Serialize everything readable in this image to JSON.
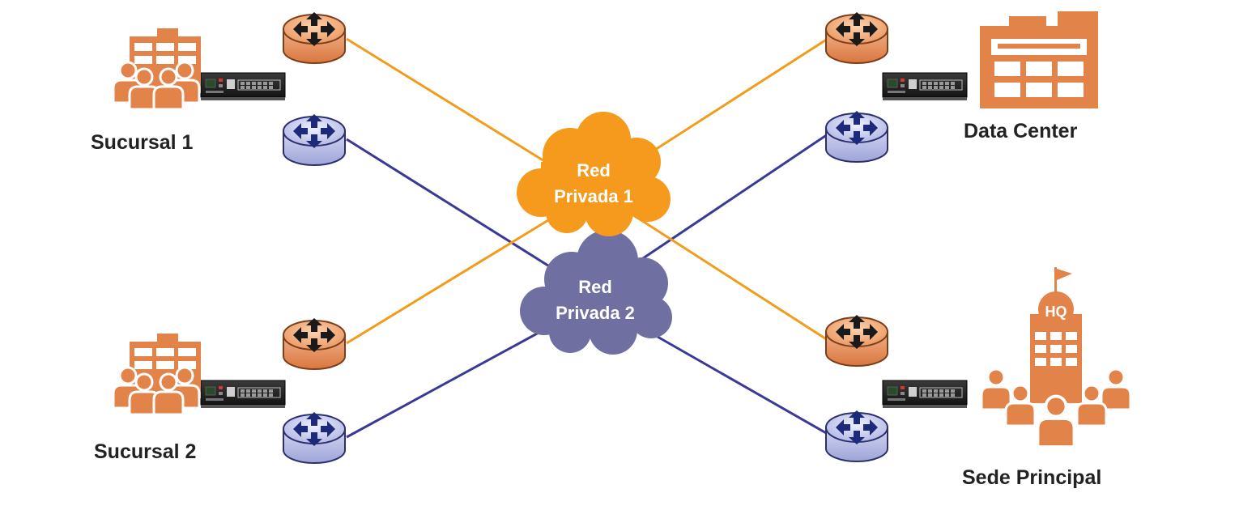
{
  "sites": {
    "branch1": {
      "label": "Sucursal 1"
    },
    "branch2": {
      "label": "Sucursal 2"
    },
    "datacenter": {
      "label": "Data Center"
    },
    "hq": {
      "label": "Sede Principal",
      "badge": "HQ"
    }
  },
  "networks": {
    "private1": {
      "line1": "Red",
      "line2": "Privada 1",
      "color": "#f59a1d"
    },
    "private2": {
      "line1": "Red",
      "line2": "Privada 2",
      "color": "#6f6fa2"
    }
  },
  "colors": {
    "orange_link": "#f39c1b",
    "blue_link": "#3a3a96",
    "building": "#e2834a",
    "router_orange": "#f0a070",
    "router_blue": "#b9bfe6"
  },
  "icons": {
    "router": "router-icon",
    "appliance": "sd-wan-appliance-icon",
    "branch": "branch-office-icon",
    "datacenter": "data-center-icon",
    "hq": "headquarters-icon"
  }
}
